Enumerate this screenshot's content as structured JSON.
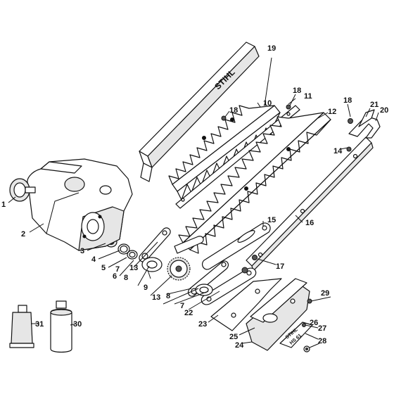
{
  "callouts": [
    {
      "id": "c1",
      "label": "1"
    },
    {
      "id": "c2",
      "label": "2"
    },
    {
      "id": "c3",
      "label": "3"
    },
    {
      "id": "c4",
      "label": "4"
    },
    {
      "id": "c5",
      "label": "5"
    },
    {
      "id": "c6",
      "label": "6"
    },
    {
      "id": "c7a",
      "label": "7"
    },
    {
      "id": "c7b",
      "label": "7"
    },
    {
      "id": "c8a",
      "label": "8"
    },
    {
      "id": "c8b",
      "label": "8"
    },
    {
      "id": "c9",
      "label": "9"
    },
    {
      "id": "c10",
      "label": "10"
    },
    {
      "id": "c11",
      "label": "11"
    },
    {
      "id": "c12",
      "label": "12"
    },
    {
      "id": "c13a",
      "label": "13"
    },
    {
      "id": "c13b",
      "label": "13"
    },
    {
      "id": "c14",
      "label": "14"
    },
    {
      "id": "c15",
      "label": "15"
    },
    {
      "id": "c16",
      "label": "16"
    },
    {
      "id": "c17",
      "label": "17"
    },
    {
      "id": "c18a",
      "label": "18"
    },
    {
      "id": "c18b",
      "label": "18"
    },
    {
      "id": "c18c",
      "label": "18"
    },
    {
      "id": "c19",
      "label": "19"
    },
    {
      "id": "c20",
      "label": "20"
    },
    {
      "id": "c21",
      "label": "21"
    },
    {
      "id": "c22",
      "label": "22"
    },
    {
      "id": "c23",
      "label": "23"
    },
    {
      "id": "c24",
      "label": "24"
    },
    {
      "id": "c25",
      "label": "25"
    },
    {
      "id": "c26",
      "label": "26"
    },
    {
      "id": "c27",
      "label": "27"
    },
    {
      "id": "c28",
      "label": "28"
    },
    {
      "id": "c29",
      "label": "29"
    },
    {
      "id": "c30",
      "label": "30"
    },
    {
      "id": "c31",
      "label": "31"
    }
  ],
  "brand_marks": {
    "guard_logo": "STIHL",
    "plate_logo": "STIHL",
    "plate_model": "HS 61"
  }
}
